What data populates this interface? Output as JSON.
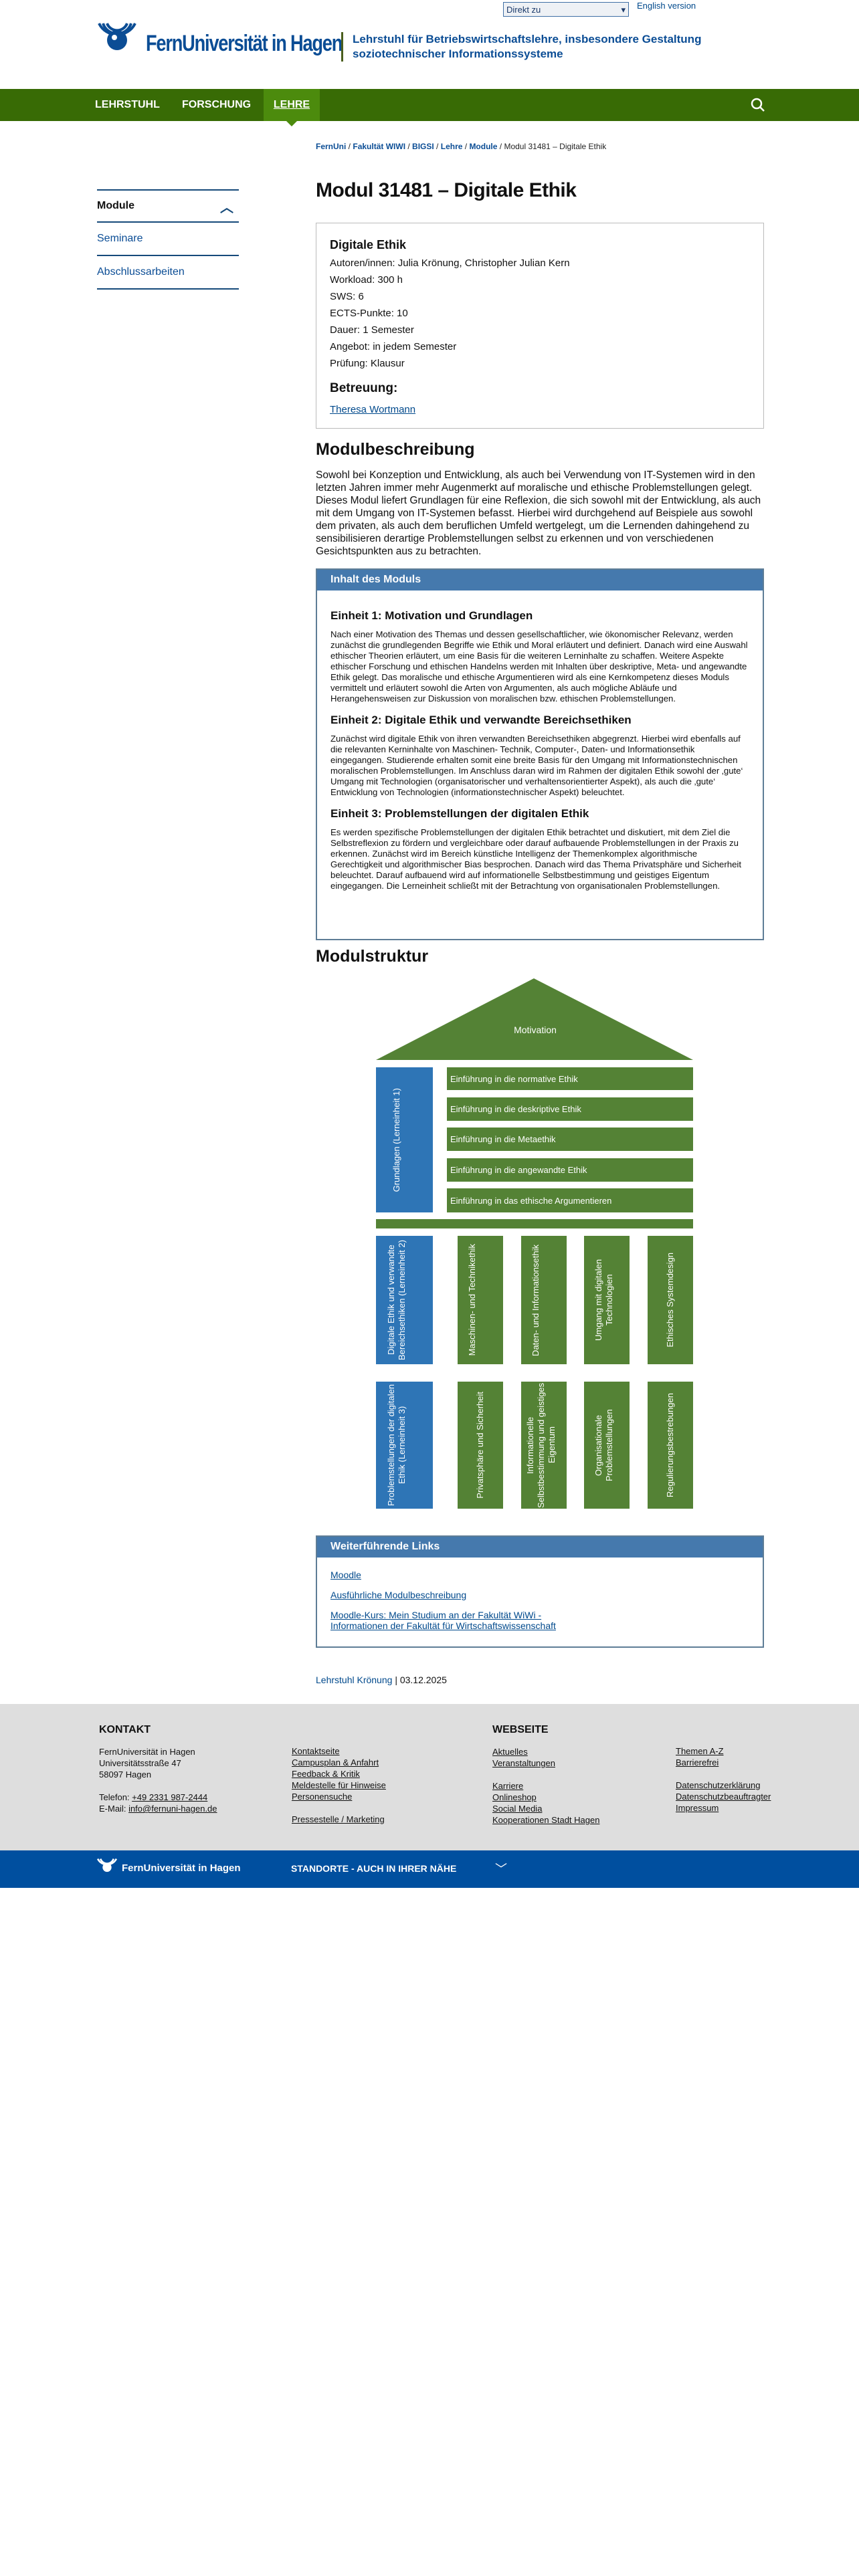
{
  "topbar": {
    "direkt_zu": "Direkt zu",
    "english": "English version"
  },
  "logo": {
    "text": "FernUniversität in Hagen"
  },
  "chair": {
    "line1": "Lehrstuhl für Betriebswirtschaftslehre, insbesondere Gestaltung",
    "line2": "soziotechnischer Informationssysteme"
  },
  "nav": {
    "items": [
      "LEHRSTUHL",
      "FORSCHUNG",
      "LEHRE"
    ],
    "active": "LEHRE"
  },
  "breadcrumb": {
    "items": [
      "FernUni",
      "Fakultät WIWI",
      "BIGSI",
      "Lehre",
      "Module"
    ],
    "current": "Modul 31481 – Digitale Ethik"
  },
  "sidebar": {
    "items": [
      "Module",
      "Seminare",
      "Abschlussarbeiten"
    ]
  },
  "page_title": "Modul 31481 – Digitale Ethik",
  "info": {
    "title": "Digitale Ethik",
    "rows": [
      "Autoren/innen: Julia Krönung, Christopher Julian Kern",
      "Workload: 300 h",
      "SWS: 6",
      "ECTS-Punkte: 10",
      "Dauer: 1 Semester",
      "Angebot: in jedem Semester",
      "Prüfung: Klausur"
    ],
    "betreuung_label": "Betreuung:",
    "betreuung": "Theresa Wortmann"
  },
  "beschreibung": {
    "heading": "Modulbeschreibung",
    "text": "Sowohl bei Konzeption und Entwicklung, als auch bei Verwendung von IT-Systemen wird in den letzten Jahren immer mehr Augenmerkt auf moralische und ethische Problemstellungen gelegt. Dieses Modul liefert Grundlagen für eine Reflexion, die sich sowohl mit der Entwicklung, als auch mit dem Umgang von IT-Systemen befasst. Hierbei wird durchgehend auf Beispiele aus sowohl dem privaten, als auch dem beruflichen Umfeld wertgelegt, um die Lernenden dahingehend zu sensibilisieren derartige Problemstellungen selbst zu erkennen und von verschiedenen Gesichtspunkten aus zu betrachten."
  },
  "inhalt": {
    "header": "Inhalt des Moduls",
    "units": [
      {
        "title": "Einheit 1: Motivation und Grundlagen",
        "text": "Nach einer Motivation des Themas und dessen gesellschaftlicher, wie ökonomischer Relevanz, werden zunächst die grundlegenden Begriffe wie Ethik und Moral erläutert und definiert. Danach wird eine Auswahl ethischer Theorien erläutert, um eine Basis für die weiteren Lerninhalte zu schaffen. Weitere Aspekte ethischer Forschung und ethischen Handelns werden mit Inhalten über deskriptive, Meta- und angewandte Ethik gelegt. Das moralische und ethische Argumentieren wird als eine Kernkompetenz dieses Moduls vermittelt und erläutert sowohl die Arten von Argumenten, als auch mögliche Abläufe und Herangehensweisen zur Diskussion von moralischen bzw. ethischen Problemstellungen."
      },
      {
        "title": "Einheit 2: Digitale Ethik und verwandte Bereichsethiken",
        "text": "Zunächst wird digitale Ethik von ihren verwandten Bereichsethiken abgegrenzt. Hierbei wird ebenfalls auf die relevanten Kerninhalte von Maschinen- Technik, Computer-, Daten- und Informationsethik eingegangen. Studierende erhalten somit eine breite Basis für den Umgang mit Informationstechnischen moralischen Problemstellungen. Im Anschluss daran wird im Rahmen der digitalen Ethik sowohl der ‚gute‘ Umgang mit Technologien (organisatorischer und verhaltensorientierter Aspekt), als auch die ‚gute‘ Entwicklung von Technologien (informationstechnischer Aspekt) beleuchtet."
      },
      {
        "title": "Einheit 3: Problemstellungen der digitalen Ethik",
        "text": "Es werden spezifische Problemstellungen der digitalen Ethik betrachtet und diskutiert, mit dem Ziel die Selbstreflexion zu fördern und vergleichbare oder darauf aufbauende Problemstellungen in der Praxis zu erkennen. Zunächst wird im Bereich künstliche Intelligenz der Themenkomplex algorithmische Gerechtigkeit und algorithmischer Bias besprochen. Danach wird das Thema Privatsphäre und Sicherheit beleuchtet. Darauf aufbauend wird auf informationelle Selbstbestimmung und geistiges Eigentum eingegangen. Die Lerneinheit schließt mit der Betrachtung von organisationalen Problemstellungen."
      }
    ]
  },
  "struktur": {
    "heading": "Modulstruktur",
    "roof": "Motivation",
    "unit1": "Grundlagen (Lerneinheit 1)",
    "unit1_items": [
      "Einführung in die normative Ethik",
      "Einführung in die deskriptive Ethik",
      "Einführung in die Metaethik",
      "Einführung in die angewandte Ethik",
      "Einführung in das ethische Argumentieren"
    ],
    "unit2": "Digitale Ethik und verwandte Bereichsethiken (Lerneinheit 2)",
    "unit2_items": [
      "Maschinen- und Technikethik",
      "Daten- und Informationsethik",
      "Umgang mit digitalen Technologien",
      "Ethisches Systemdesign"
    ],
    "unit3": "Problemstellungen der digitalen Ethik (Lerneinheit 3)",
    "unit3_items": [
      "Privatsphäre und Sicherheit",
      "Informationelle Selbstbestimmung und geistiges Eigentum",
      "Organisationale Problemstellungen",
      "Regulierungsbestrebungen"
    ]
  },
  "links": {
    "header": "Weiterführende Links",
    "items": [
      "Moodle",
      "Ausführliche Modulbeschreibung",
      "Moodle-Kurs: Mein Studium an der Fakultät WiWi - Informationen der Fakultät für Wirtschaftswissenschaft"
    ]
  },
  "meta": {
    "chair_link": "Lehrstuhl Krönung",
    "date": "| 03.12.2025"
  },
  "footer": {
    "kontakt": "KONTAKT",
    "address": [
      "FernUniversität in Hagen",
      "Universitätsstraße 47",
      "58097 Hagen"
    ],
    "telefon_label": "Telefon: ",
    "telefon": "+49 2331 987-2444",
    "email_label": "E-Mail: ",
    "email": "info@fernuni-hagen.de",
    "col2": [
      "Kontaktseite",
      "Campusplan & Anfahrt",
      "Feedback & Kritik",
      "Meldestelle für Hinweise",
      "Personensuche"
    ],
    "col2b": "Pressestelle / Marketing",
    "webseite": "WEBSEITE",
    "col3a": [
      "Aktuelles",
      "Veranstaltungen"
    ],
    "col3b": [
      "Karriere",
      "Onlineshop",
      "Social Media",
      "Kooperationen Stadt Hagen"
    ],
    "col4a": [
      "Themen A-Z",
      "Barrierefrei"
    ],
    "col4b": [
      "Datenschutzerklärung",
      "Datenschutzbeauftragter",
      "Impressum"
    ]
  },
  "bottom": {
    "logo": "FernUniversität in Hagen",
    "standorte": "STANDORTE - AUCH IN IHRER NÄHE"
  },
  "colors": {
    "nav_green": "#386b05",
    "blue_header": "#4579ad",
    "footer_blue": "#004f9f",
    "diagram_green": "#548235",
    "diagram_blue": "#2e75b6"
  }
}
